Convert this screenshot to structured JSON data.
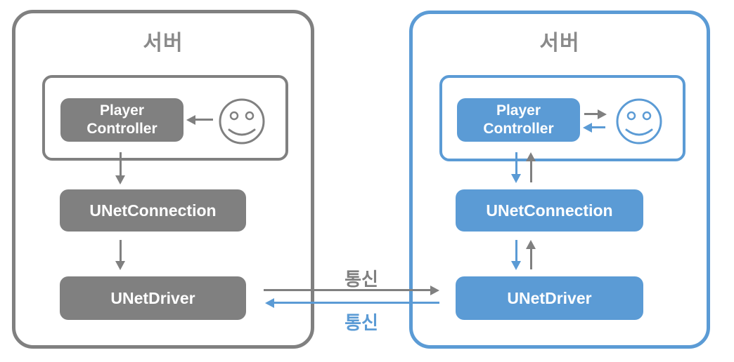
{
  "colors": {
    "gray": "#808080",
    "blue": "#5B9BD5",
    "title_gray": "#8a8a8a",
    "node_text": "#ffffff",
    "background": "#ffffff"
  },
  "left_panel": {
    "title": "서버",
    "player_controller": {
      "line1": "Player",
      "line2": "Controller"
    },
    "unet_connection": "UNetConnection",
    "unet_driver": "UNetDriver",
    "user_icon": "smiley-face-icon"
  },
  "right_panel": {
    "title": "서버",
    "player_controller": {
      "line1": "Player",
      "line2": "Controller"
    },
    "unet_connection": "UNetConnection",
    "unet_driver": "UNetDriver",
    "user_icon": "smiley-face-icon"
  },
  "links": {
    "comm_label_gray": "통신",
    "comm_label_blue": "통신"
  }
}
